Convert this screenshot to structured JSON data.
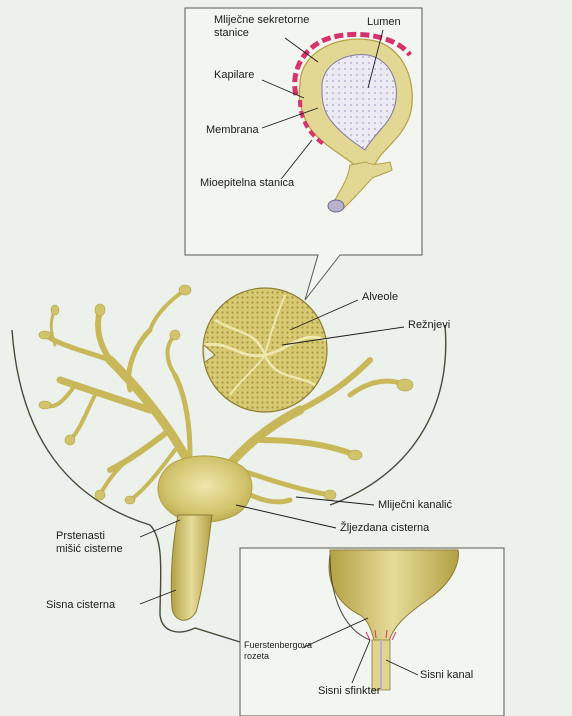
{
  "labels": {
    "mlijecne_sekretorne_stanice": "Mliječne sekretorne\nstanice",
    "lumen": "Lumen",
    "kapilare": "Kapilare",
    "membrana": "Membrana",
    "mioepitelna_stanica": "Mioepitelna stanica",
    "alveole": "Alveole",
    "reznjevi": "Režnjevi",
    "mlijecni_kanalic": "Mliječni kanalić",
    "zljezdana_cisterna": "Žljezdana cisterna",
    "prstenasti_misic_cisterne": "Prstenasti\nmišić cisterne",
    "sisna_cisterna": "Sisna cisterna",
    "fuerstenbergova_rozeta": "Fuerstenbergova\nrozeta",
    "sisni_sfinkter": "Sisni sfinkter",
    "sisni_kanal": "Sisni kanal"
  },
  "colors": {
    "background": "#e9efe9",
    "gland_tissue": "#c9b85a",
    "gland_light": "#e2d793",
    "capillary": "#d6336c",
    "lumen": "#ecebf3",
    "duct_tube": "#b9b2cf",
    "outline": "#4a4a3a",
    "leader_line": "#1c1c1c"
  }
}
